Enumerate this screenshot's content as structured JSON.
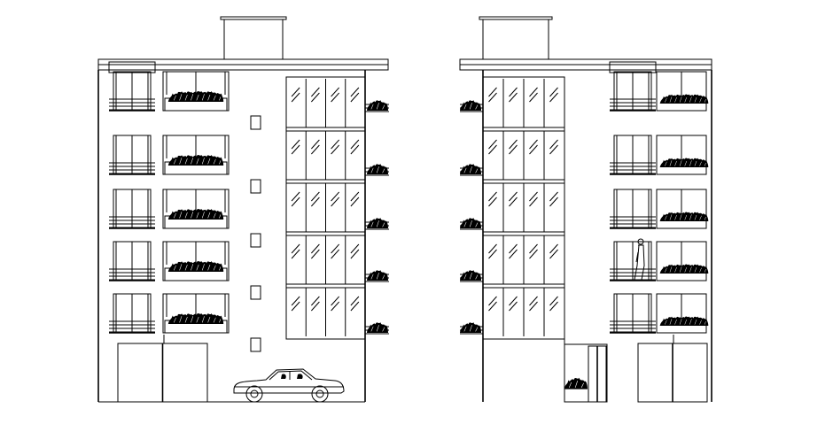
{
  "drawing": {
    "type": "architectural elevation drawing",
    "line_color": "#000000",
    "background": "#ffffff",
    "elevations": [
      {
        "id": "left",
        "floors": 5,
        "features": [
          "balcony-rails",
          "planters",
          "square-windows",
          "glazed-curtain-wall",
          "grilled-gate",
          "car"
        ]
      },
      {
        "id": "right",
        "floors": 5,
        "features": [
          "glazed-curtain-wall",
          "balcony-rails",
          "planters",
          "grilled-gate",
          "person"
        ]
      }
    ]
  }
}
